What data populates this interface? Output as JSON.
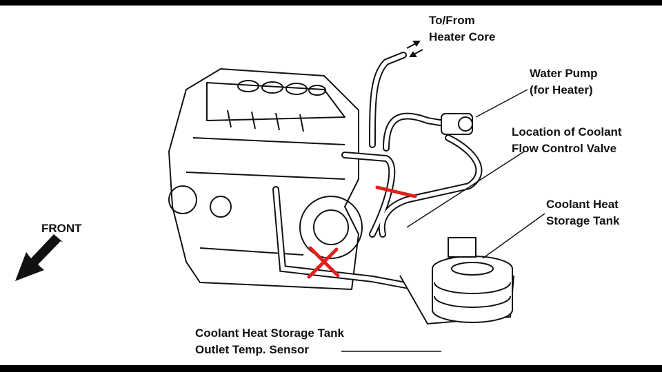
{
  "labels": {
    "heater_core": [
      "To/From",
      "Heater Core"
    ],
    "water_pump": [
      "Water Pump",
      "(for Heater)"
    ],
    "valve_location": [
      "Location of Coolant",
      "Flow Control Valve"
    ],
    "storage_tank": [
      "Coolant Heat",
      "Storage Tank"
    ],
    "front": "FRONT",
    "outlet_sensor": [
      "Coolant Heat Storage Tank",
      "Outlet Temp. Sensor"
    ]
  },
  "colors": {
    "ink": "#111111",
    "markup": "#e0201c",
    "frame": "#000000"
  }
}
